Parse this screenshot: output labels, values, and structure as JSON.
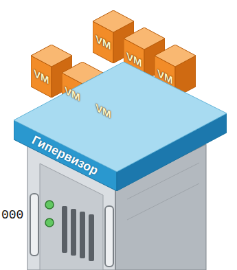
{
  "diagram": {
    "nodes": [
      {
        "text": [
          "VM"
        ]
      },
      {
        "text": [
          "VM"
        ]
      },
      {
        "text": [
          "VM"
        ]
      },
      {
        "text": [
          "VM"
        ]
      },
      {
        "text": [
          "VM"
        ]
      },
      {
        "text": [
          "VM"
        ]
      },
      {
        "text": [
          "Гипервизор"
        ]
      }
    ],
    "labels": [
      "000"
    ]
  }
}
